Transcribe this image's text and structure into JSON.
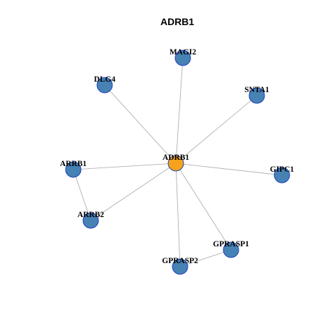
{
  "title": "ADRB1",
  "colors": {
    "center_fill": "#f5a31a",
    "node_fill": "#4682b4",
    "node_stroke": "#1f3fbf",
    "edge": "#a6a6a6"
  },
  "nodes": [
    {
      "id": "ADRB1",
      "label": "ADRB1",
      "role": "center"
    },
    {
      "id": "MAGI2",
      "label": "MAGI2",
      "role": "neighbor"
    },
    {
      "id": "DLG4",
      "label": "DLG4",
      "role": "neighbor"
    },
    {
      "id": "SNTA1",
      "label": "SNTA1",
      "role": "neighbor"
    },
    {
      "id": "ARRB1",
      "label": "ARRB1",
      "role": "neighbor"
    },
    {
      "id": "GIPC1",
      "label": "GIPC1",
      "role": "neighbor"
    },
    {
      "id": "ARRB2",
      "label": "ARRB2",
      "role": "neighbor"
    },
    {
      "id": "GPRASP1",
      "label": "GPRASP1",
      "role": "neighbor"
    },
    {
      "id": "GPRASP2",
      "label": "GPRASP2",
      "role": "neighbor"
    }
  ],
  "edges": [
    [
      "ADRB1",
      "MAGI2"
    ],
    [
      "ADRB1",
      "DLG4"
    ],
    [
      "ADRB1",
      "SNTA1"
    ],
    [
      "ADRB1",
      "ARRB1"
    ],
    [
      "ADRB1",
      "GIPC1"
    ],
    [
      "ADRB1",
      "ARRB2"
    ],
    [
      "ADRB1",
      "GPRASP1"
    ],
    [
      "ADRB1",
      "GPRASP2"
    ],
    [
      "ARRB1",
      "ARRB2"
    ],
    [
      "GPRASP1",
      "GPRASP2"
    ]
  ]
}
